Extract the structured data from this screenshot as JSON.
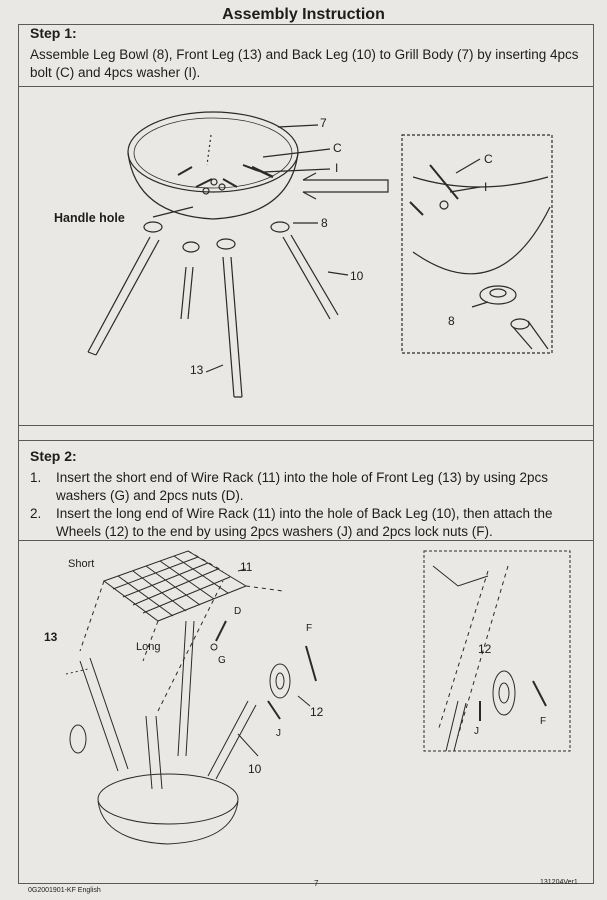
{
  "title": "Assembly Instruction",
  "step1": {
    "heading": "Step 1:",
    "text": "Assemble Leg Bowl (8), Front Leg (13) and Back Leg (10) to Grill Body (7) by inserting 4pcs bolt (C) and 4pcs washer (I).",
    "labels": {
      "handle_hole": "Handle hole",
      "grill_body": "7",
      "bolt": "C",
      "washer": "I",
      "leg_bowl": "8",
      "back_leg": "10",
      "front_leg": "13"
    },
    "detail_labels": {
      "bolt": "C",
      "washer": "I",
      "leg_bowl": "8"
    }
  },
  "step2": {
    "heading": "Step 2:",
    "items": [
      {
        "num": "1.",
        "text": "Insert the short end of Wire Rack (11) into the hole of Front Leg (13) by using 2pcs washers (G) and 2pcs nuts (D)."
      },
      {
        "num": "2.",
        "text": "Insert the long end of Wire Rack (11) into the hole of Back Leg (10), then attach the Wheels (12) to the end by using 2pcs washers (J) and 2pcs lock nuts (F)."
      }
    ],
    "labels": {
      "short": "Short",
      "long": "Long",
      "wire_rack": "11",
      "front_leg": "13",
      "nut": "D",
      "washer_g": "G",
      "lock_nut": "F",
      "wheel": "12",
      "washer_j": "J",
      "back_leg": "10"
    },
    "detail_labels": {
      "wheel": "12",
      "washer_j": "J",
      "lock_nut": "F"
    }
  },
  "footer": {
    "doc_code": "0G2001901-KF English",
    "page_number": "7",
    "version": "131204Ver1"
  }
}
